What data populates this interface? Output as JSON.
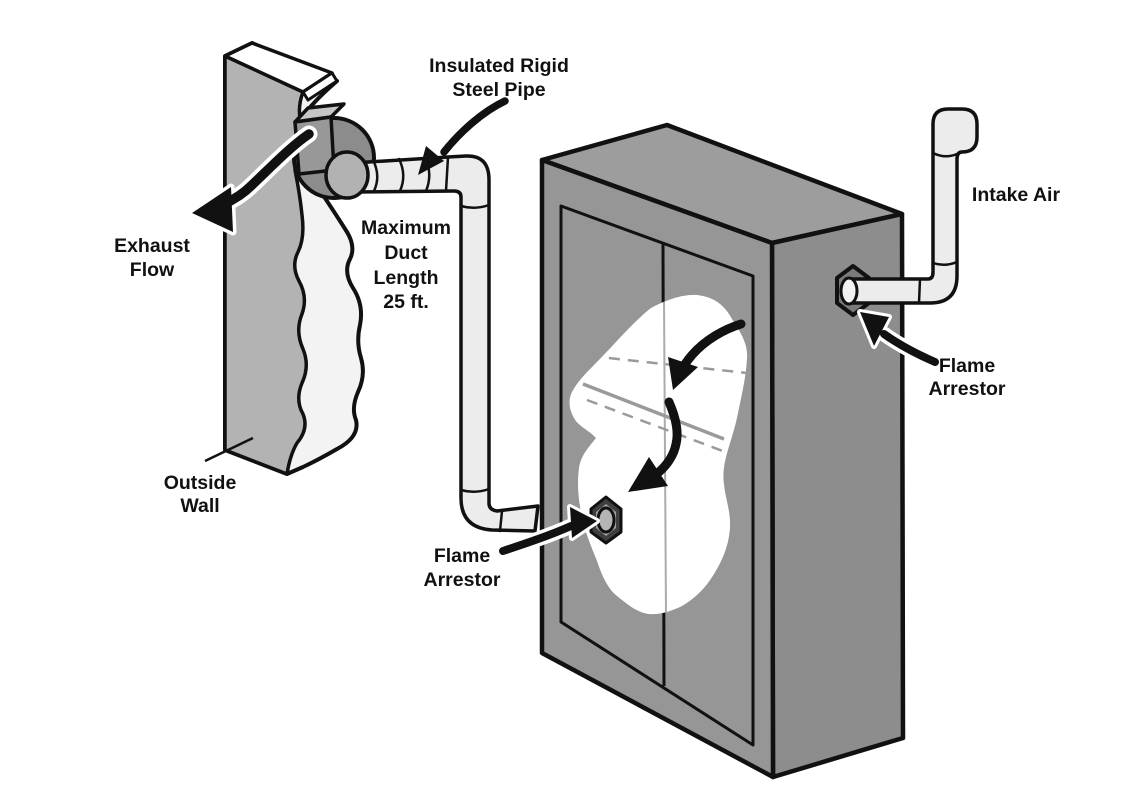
{
  "diagram": {
    "kind": "ventilation-safety-illustration",
    "labels": {
      "insulated_pipe": {
        "line1": "Insulated Rigid",
        "line2": "Steel Pipe"
      },
      "max_duct": {
        "line1": "Maximum",
        "line2": "Duct",
        "line3": "Length",
        "line4": "25 ft."
      },
      "exhaust_flow": {
        "line1": "Exhaust",
        "line2": "Flow"
      },
      "outside_wall": {
        "line1": "Outside",
        "line2": "Wall"
      },
      "duct_flame_arrestor": {
        "line1": "Flame",
        "line2": "Arrestor"
      },
      "intake_air": {
        "line1": "Intake Air"
      },
      "intake_flame_arrestor": {
        "line1": "Flame",
        "line2": "Arrestor"
      }
    },
    "colors": {
      "background": "#ffffff",
      "outline": "#111111",
      "wall": "#b3b3b3",
      "wall_cut": "#f3f3f3",
      "cabinet_top": "#9d9d9d",
      "cabinet_front": "#969696",
      "cabinet_side": "#8d8d8d",
      "pipe": "#ececec",
      "fan_housing": "#8c8c8c",
      "fan_box": "#989898",
      "fan_collar": "#b2b2b2",
      "hex_dark": "#3f3f3f",
      "hex_mid": "#7a7a7a",
      "hex_ring": "#9e9e9e",
      "hex_center": "#b5b5b5",
      "shelf_line": "#9a9a9a"
    }
  }
}
